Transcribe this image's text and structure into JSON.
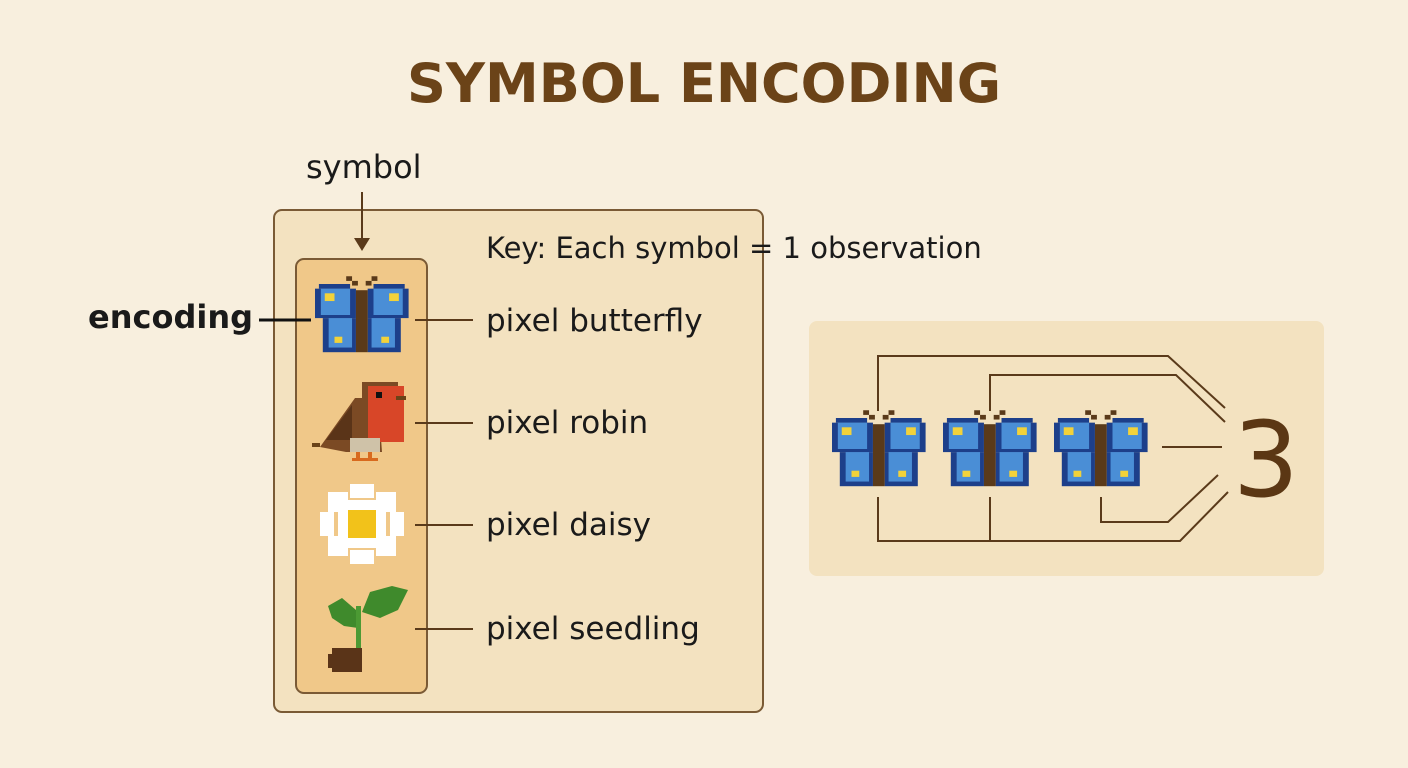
{
  "title": "SYMBOL ENCODING",
  "labels": {
    "symbol": "symbol",
    "encoding": "encoding",
    "key": "Key: Each symbol = 1 observation"
  },
  "legend_items": [
    {
      "label": "pixel butterfly",
      "icon": "pixel-butterfly-icon"
    },
    {
      "label": "pixel robin",
      "icon": "pixel-robin-icon"
    },
    {
      "label": "pixel daisy",
      "icon": "pixel-daisy-icon"
    },
    {
      "label": "pixel seedling",
      "icon": "pixel-seedling-icon"
    }
  ],
  "example": {
    "symbol": "pixel-butterfly-icon",
    "count": 3,
    "count_label": "3"
  },
  "colors": {
    "background": "#f8efde",
    "panel": "#f3e2c0",
    "column": "#f0c889",
    "border": "#7a5a35",
    "title": "#6b4318",
    "butterfly_blue": "#4a8ed6",
    "butterfly_dark": "#1d3f8a",
    "butterfly_body": "#5a3a1a",
    "butterfly_spot": "#f2d23a"
  }
}
